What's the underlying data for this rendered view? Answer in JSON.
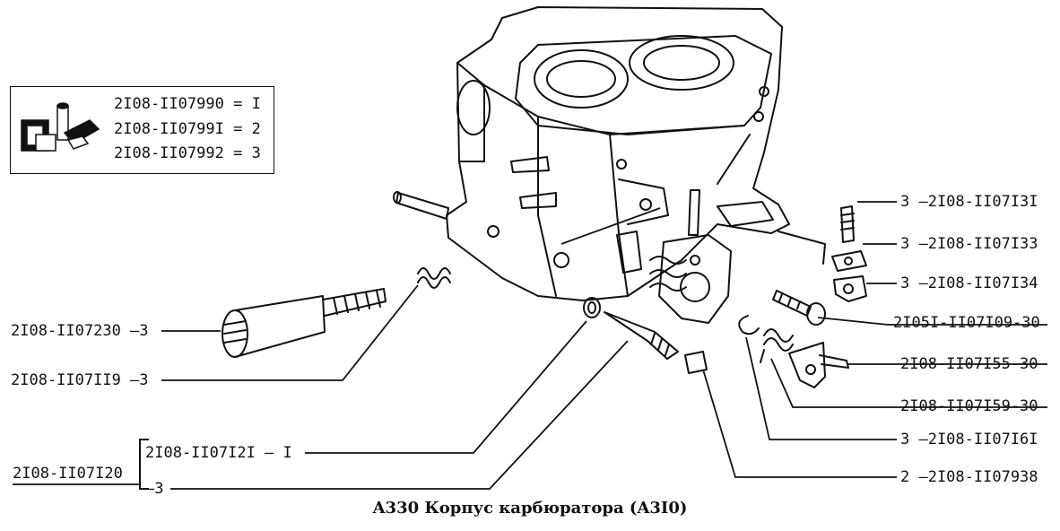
{
  "legend": {
    "rows": [
      {
        "code": "2I08-II07990",
        "eq": "=",
        "num": "I"
      },
      {
        "code": "2I08-II0799I",
        "eq": "=",
        "num": "2"
      },
      {
        "code": "2I08-II07992",
        "eq": "=",
        "num": "3"
      }
    ]
  },
  "labels": {
    "r1": "3 —2I08-II07I3I",
    "r2": "3 —2I08-II07I33",
    "r3": "3 —2I08-II07I34",
    "r4": "2I05I-II07I09-30",
    "r5": "2I08-II07I55-30",
    "r6": "2I08-II07I59-30",
    "r7": "3 —2I08-II07I6I",
    "r8": "2 —2I08-II07938",
    "l1": "2I08-II07230 —3",
    "l2": "2I08-II07II9 —3",
    "group_code": "2I08-II07I20",
    "group_item1": "2I08-II07I2I — I",
    "group_item2": "—3"
  },
  "caption": "A330  Корпус карбюратора (A3I0)",
  "colors": {
    "ink": "#111111",
    "paper": "#ffffff"
  }
}
